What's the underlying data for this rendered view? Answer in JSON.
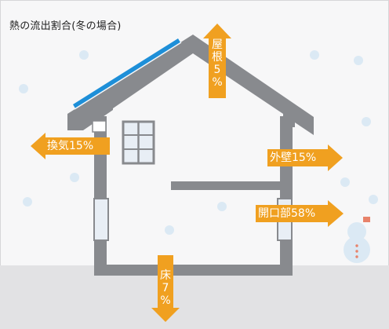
{
  "title": "熱の流出割合(冬の場合)",
  "labels": {
    "roof": [
      "屋",
      "根",
      "5",
      "%"
    ],
    "ventilation": "換気15%",
    "outer_wall": "外壁15%",
    "openings": "開口部58%",
    "floor": [
      "床",
      "7",
      "%"
    ]
  },
  "colors": {
    "arrow": "#f0a020",
    "house": "#888a8e",
    "ground": "#e2e2e4",
    "background": "#f7f7f8",
    "solar_panel": "#1e8fd8",
    "snow": "#dbe9f4",
    "window_frame": "#888a8e",
    "window_glass": "#e8eef5"
  }
}
